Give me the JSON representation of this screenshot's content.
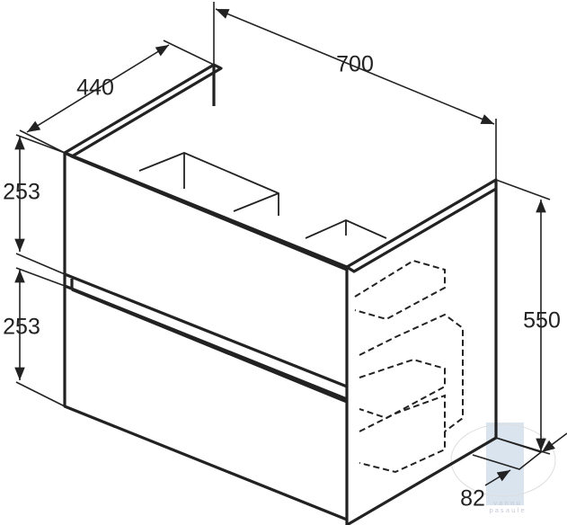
{
  "title": "Vanity unit dimension drawing",
  "dimensions": {
    "width": "700",
    "depth": "440",
    "drawer_top_height": "253",
    "drawer_bottom_height": "253",
    "side_height": "550",
    "plinth_depth": "82"
  },
  "watermark": {
    "line1": "vannu",
    "line2": "pasaule"
  },
  "colors": {
    "line": "#222222",
    "watermark": "#c9d9e8"
  }
}
